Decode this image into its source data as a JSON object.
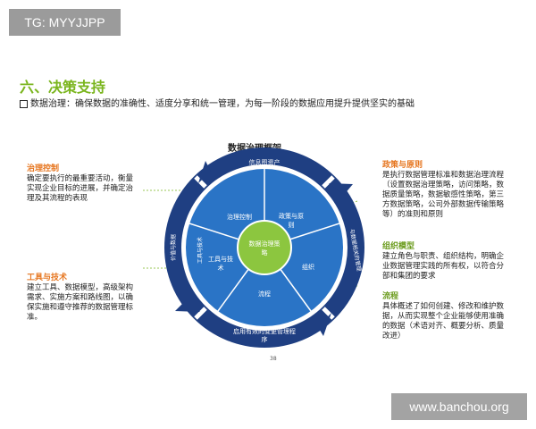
{
  "watermarks": {
    "top_left": "TG: MYYJJPP",
    "bottom_right": "www.banchou.org"
  },
  "header": {
    "title": "六、决策支持",
    "subtitle": "数据治理：确保数据的准确性、适度分享和统一管理，为每一阶段的数据应用提升提供坚实的基础"
  },
  "diagram": {
    "title": "数据治理框架",
    "outer_ring": {
      "top": "信息图资产",
      "right": "与数据相关的管理",
      "bottom": "启用有效的变更管理程序",
      "left": "价值与数据"
    },
    "inner_segments": {
      "top_left": "治理控制",
      "top_right": "政策与原则",
      "right": "组织",
      "bottom": "流程",
      "left": "工具与技术"
    },
    "center": "数据治理策略",
    "colors": {
      "outer": "#1f3f82",
      "inner": "#2a74c6",
      "center": "#8cc63f"
    }
  },
  "callouts": {
    "governance": {
      "head": "治理控制",
      "lines": [
        "确定要执行的最重要活动，衡量",
        "实现企业目标的进展，并确定治",
        "理及其流程的表现"
      ]
    },
    "tools": {
      "head": "工具与技术",
      "lines": [
        "建立工具、数据模型，高级架构",
        "需求、实施方案和路线图，以确",
        "保实施和遵守推荐的数据管理标",
        "准。"
      ]
    },
    "policy": {
      "head": "政策与原则",
      "lines": [
        "是执行数据管理标准和数据治理流程",
        "（设置数据治理策略，访问策略，数",
        "据质量策略，数据敏感性策略，第三",
        "方数据策略，公司外部数据传输策略",
        "等）的准则和原则"
      ]
    },
    "org": {
      "head": "组织模型",
      "lines": [
        "建立角色与职责、组织结构，明确企",
        "业数据管理实践的所有权，以符合分",
        "部和集团的要求"
      ]
    },
    "process": {
      "head": "流程",
      "lines": [
        "具体概述了如何创建、修改和维护数",
        "据，从而实现整个企业能够使用准确",
        "的数据（术语对齐、概要分析、质量",
        "改进）"
      ]
    }
  },
  "page_number": "38"
}
